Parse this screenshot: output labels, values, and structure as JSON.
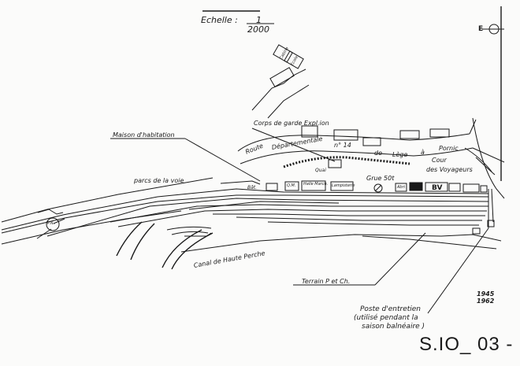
{
  "scale": {
    "label": "Echelle :",
    "numerator": "1",
    "denominator": "2000"
  },
  "north_arrow": "E",
  "labels": {
    "maison": "Maison d'habitation",
    "parcs": "parcs de la voie",
    "corps_garde": "Corps de garde Expl.ion",
    "route": "Route",
    "departementale": "Départementale",
    "no14": "n° 14",
    "de": "de",
    "lege": "Lège",
    "a": "à",
    "pornic": "Pornic",
    "cour": "Cour",
    "voyageurs": "des Voyageurs",
    "grue": "Grue 50t",
    "bv": "BV",
    "canal": "Canal de Haute Perche",
    "terrain": "Terrain P et Ch.",
    "poste": "Poste d'entretien",
    "poste_note1": "(utilisé pendant la",
    "poste_note2": "saison balnéaire )",
    "box_a": "Q.M.",
    "box_b": "Halle March.",
    "box_c": "Lampisterie",
    "box_d": "Abri",
    "small_left": "Bât.",
    "pn": "P.N.",
    "cabin1": "Cabine",
    "cabin2": "Ecole",
    "quay": "Quai",
    "years": [
      "1945",
      "1962"
    ],
    "sheet": "S.IO_ 03 -"
  },
  "colors": {
    "ink": "#1a1a1a",
    "paper": "#fbfbfa"
  }
}
